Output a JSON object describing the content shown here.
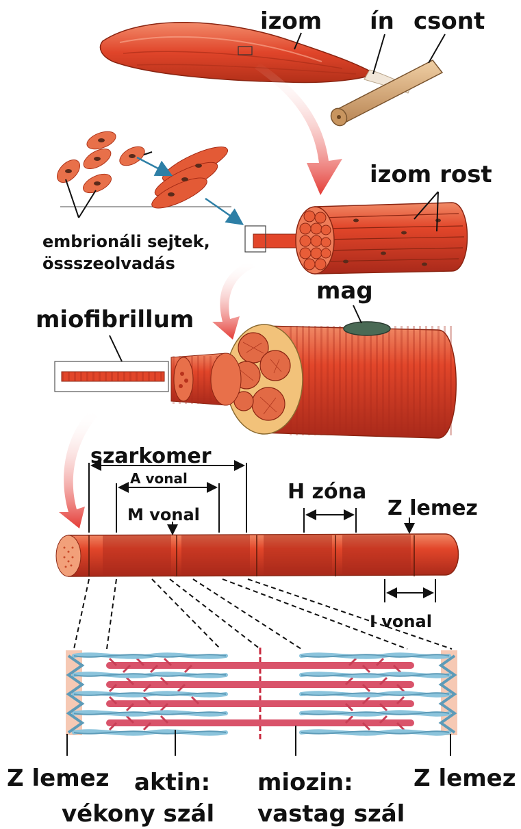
{
  "labels": {
    "muscle": "izom",
    "tendon": "ín",
    "bone": "csont",
    "muscle_fiber": "izom rost",
    "embryonic_cells_1": "embrionáli sejtek,",
    "embryonic_cells_2": "össszeolvadás",
    "nucleus": "mag",
    "myofibril": "miofibrillum",
    "sarcomere": "szarkomer",
    "a_band": "A vonal",
    "h_zone": "H zóna",
    "z_disc_top": "Z lemez",
    "m_line": "M vonal",
    "i_band": "I vonal",
    "z_disc_left": "Z lemez",
    "actin_1": "aktin:",
    "actin_2": "vékony szál",
    "myosin_1": "miozin:",
    "myosin_2": "vastag szál",
    "z_disc_right": "Z lemez"
  },
  "colors": {
    "muscle_red": "#e2462a",
    "muscle_dark": "#b8321c",
    "fascia_tan": "#f2c27a",
    "bone_tan": "#d9a877",
    "nucleus_green": "#4a6a55",
    "actin_blue": "#8cc4dc",
    "myosin_pink": "#d9536a",
    "arrow_red": "#e43b35",
    "arrow_teal": "#2d7fa6"
  }
}
